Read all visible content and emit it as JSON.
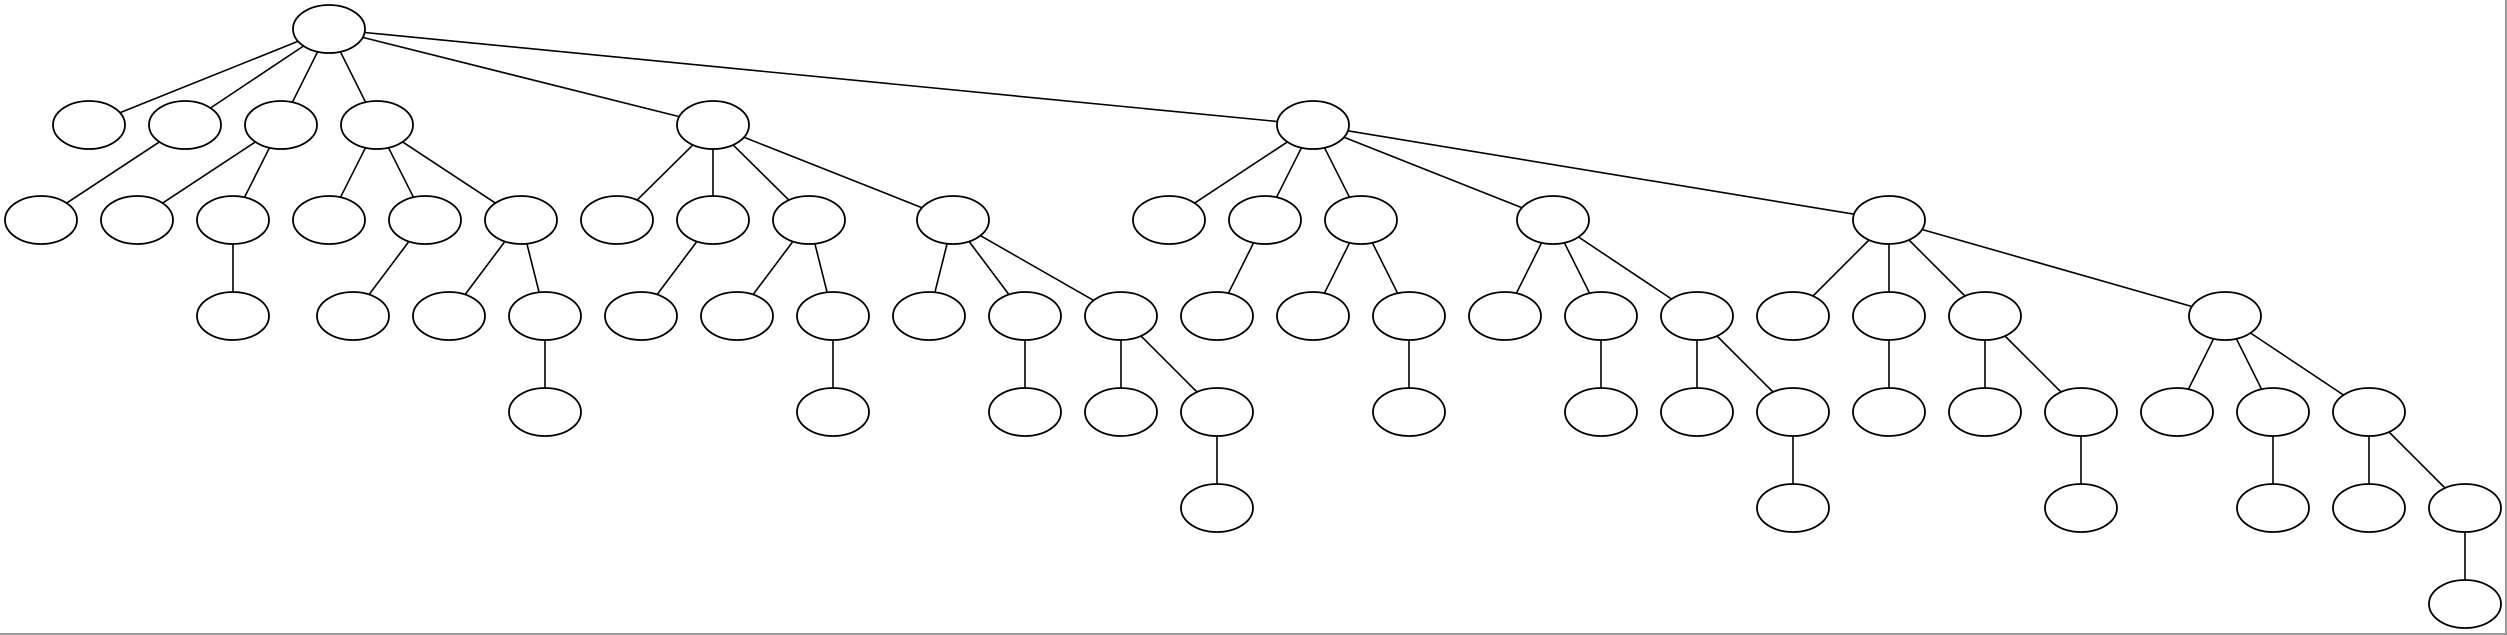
{
  "diagram": {
    "type": "tree",
    "node_labels": "",
    "nodes": [
      "n0",
      "n1",
      "n2",
      "n3",
      "n4",
      "n5",
      "n6",
      "n7",
      "n8",
      "n9",
      "n10",
      "n11",
      "n12",
      "n13",
      "n14",
      "n15",
      "n16",
      "n17",
      "n18",
      "n19",
      "n20",
      "n21",
      "n22",
      "n23",
      "n24",
      "n25",
      "n26",
      "n27",
      "n28",
      "n29",
      "n30",
      "n31",
      "n32",
      "n33",
      "n34",
      "n35",
      "n36",
      "n37",
      "n38",
      "n39",
      "n40",
      "n41",
      "n42",
      "n43",
      "n44",
      "n45",
      "n46",
      "n47",
      "n48",
      "n49",
      "n50",
      "n51",
      "n52",
      "n53",
      "n54",
      "n55",
      "n56",
      "n57",
      "n58",
      "n59",
      "n60",
      "n61",
      "n62",
      "n63",
      "n64",
      "n65",
      "n66",
      "n67"
    ],
    "edges": [
      [
        "n0",
        "n1"
      ],
      [
        "n0",
        "n2"
      ],
      [
        "n0",
        "n3"
      ],
      [
        "n0",
        "n4"
      ],
      [
        "n0",
        "n5"
      ],
      [
        "n0",
        "n6"
      ],
      [
        "n2",
        "n7"
      ],
      [
        "n3",
        "n8"
      ],
      [
        "n3",
        "n9"
      ],
      [
        "n9",
        "n10"
      ],
      [
        "n4",
        "n11"
      ],
      [
        "n4",
        "n12"
      ],
      [
        "n4",
        "n13"
      ],
      [
        "n12",
        "n14"
      ],
      [
        "n13",
        "n15"
      ],
      [
        "n13",
        "n16"
      ],
      [
        "n16",
        "n17"
      ],
      [
        "n5",
        "n18"
      ],
      [
        "n5",
        "n19"
      ],
      [
        "n5",
        "n20"
      ],
      [
        "n5",
        "n21"
      ],
      [
        "n19",
        "n22"
      ],
      [
        "n20",
        "n23"
      ],
      [
        "n20",
        "n24"
      ],
      [
        "n24",
        "n25"
      ],
      [
        "n21",
        "n26"
      ],
      [
        "n21",
        "n27"
      ],
      [
        "n21",
        "n28"
      ],
      [
        "n27",
        "n29"
      ],
      [
        "n28",
        "n30"
      ],
      [
        "n28",
        "n31"
      ],
      [
        "n31",
        "n32"
      ],
      [
        "n6",
        "n33"
      ],
      [
        "n6",
        "n34"
      ],
      [
        "n6",
        "n35"
      ],
      [
        "n6",
        "n36"
      ],
      [
        "n6",
        "n37"
      ],
      [
        "n34",
        "n38"
      ],
      [
        "n35",
        "n39"
      ],
      [
        "n35",
        "n40"
      ],
      [
        "n40",
        "n41"
      ],
      [
        "n36",
        "n42"
      ],
      [
        "n36",
        "n43"
      ],
      [
        "n36",
        "n44"
      ],
      [
        "n43",
        "n45"
      ],
      [
        "n44",
        "n46"
      ],
      [
        "n44",
        "n47"
      ],
      [
        "n47",
        "n48"
      ],
      [
        "n37",
        "n49"
      ],
      [
        "n37",
        "n50"
      ],
      [
        "n37",
        "n51"
      ],
      [
        "n37",
        "n52"
      ],
      [
        "n50",
        "n53"
      ],
      [
        "n51",
        "n54"
      ],
      [
        "n51",
        "n55"
      ],
      [
        "n55",
        "n56"
      ],
      [
        "n52",
        "n57"
      ],
      [
        "n52",
        "n58"
      ],
      [
        "n52",
        "n59"
      ],
      [
        "n58",
        "n60"
      ],
      [
        "n59",
        "n61"
      ],
      [
        "n59",
        "n62"
      ],
      [
        "n62",
        "n63"
      ]
    ]
  }
}
